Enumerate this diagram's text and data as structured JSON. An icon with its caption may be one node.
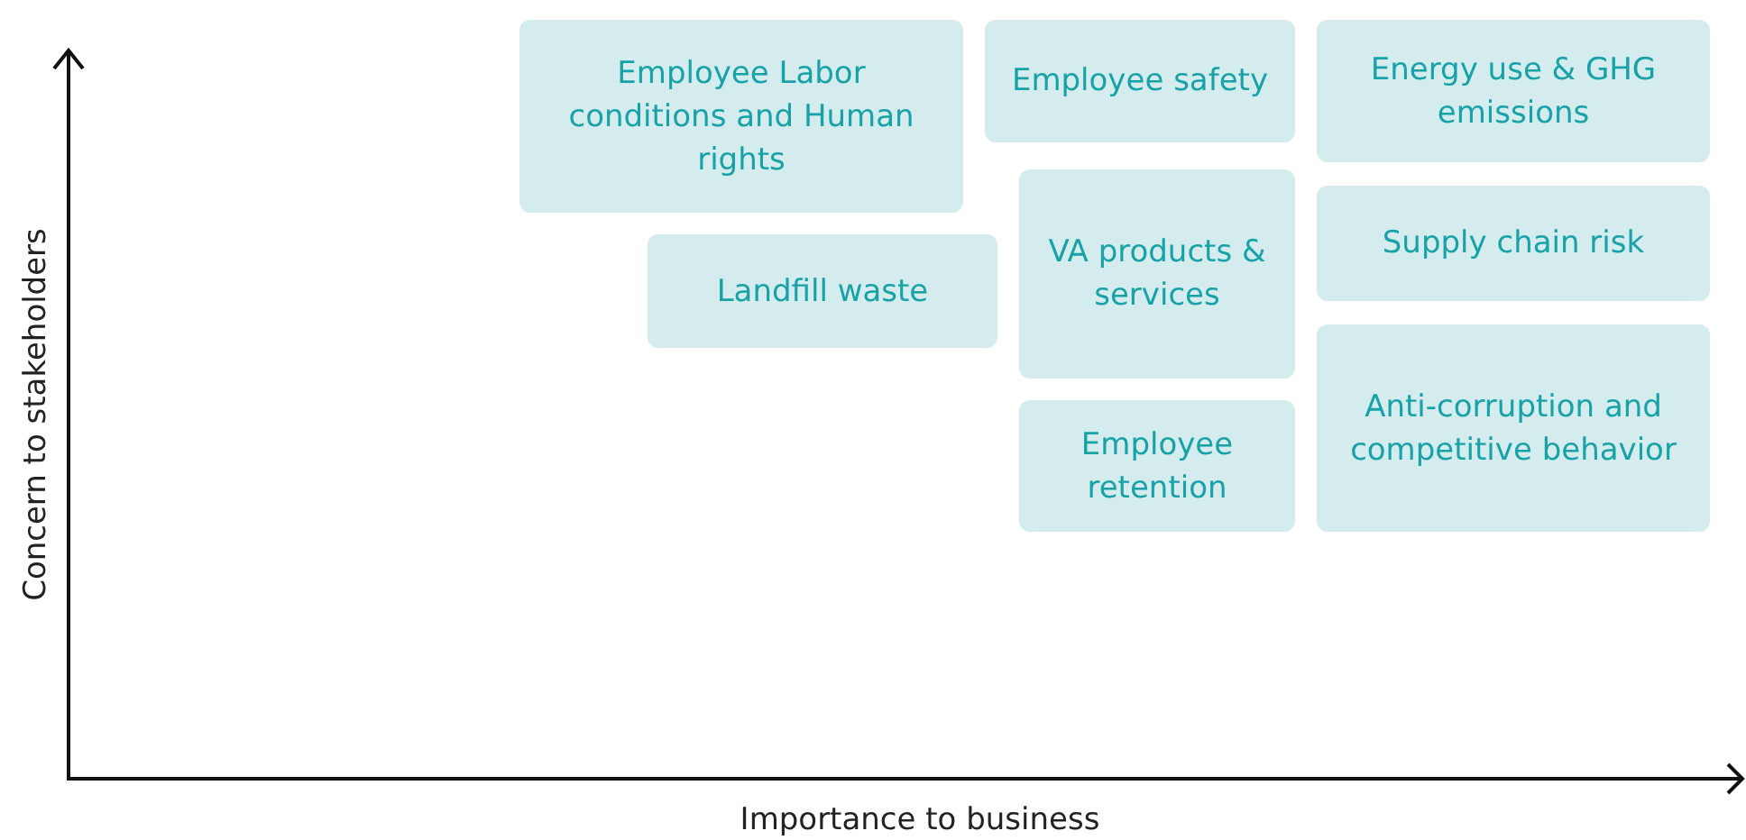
{
  "diagram": {
    "nodes": [
      {
        "text": [
          "Employee Labor conditions and Human rights"
        ]
      },
      {
        "text": [
          "Employee safety"
        ]
      },
      {
        "text": [
          "Energy use & GHG emissions"
        ]
      },
      {
        "text": [
          "Landfill waste"
        ]
      },
      {
        "text": [
          "VA products & services"
        ]
      },
      {
        "text": [
          "Supply chain risk"
        ]
      },
      {
        "text": [
          "Employee retention"
        ]
      },
      {
        "text": [
          "Anti-corruption and competitive behavior"
        ]
      }
    ],
    "labels": [
      "Concern to stakeholders",
      "Importance to business"
    ]
  }
}
